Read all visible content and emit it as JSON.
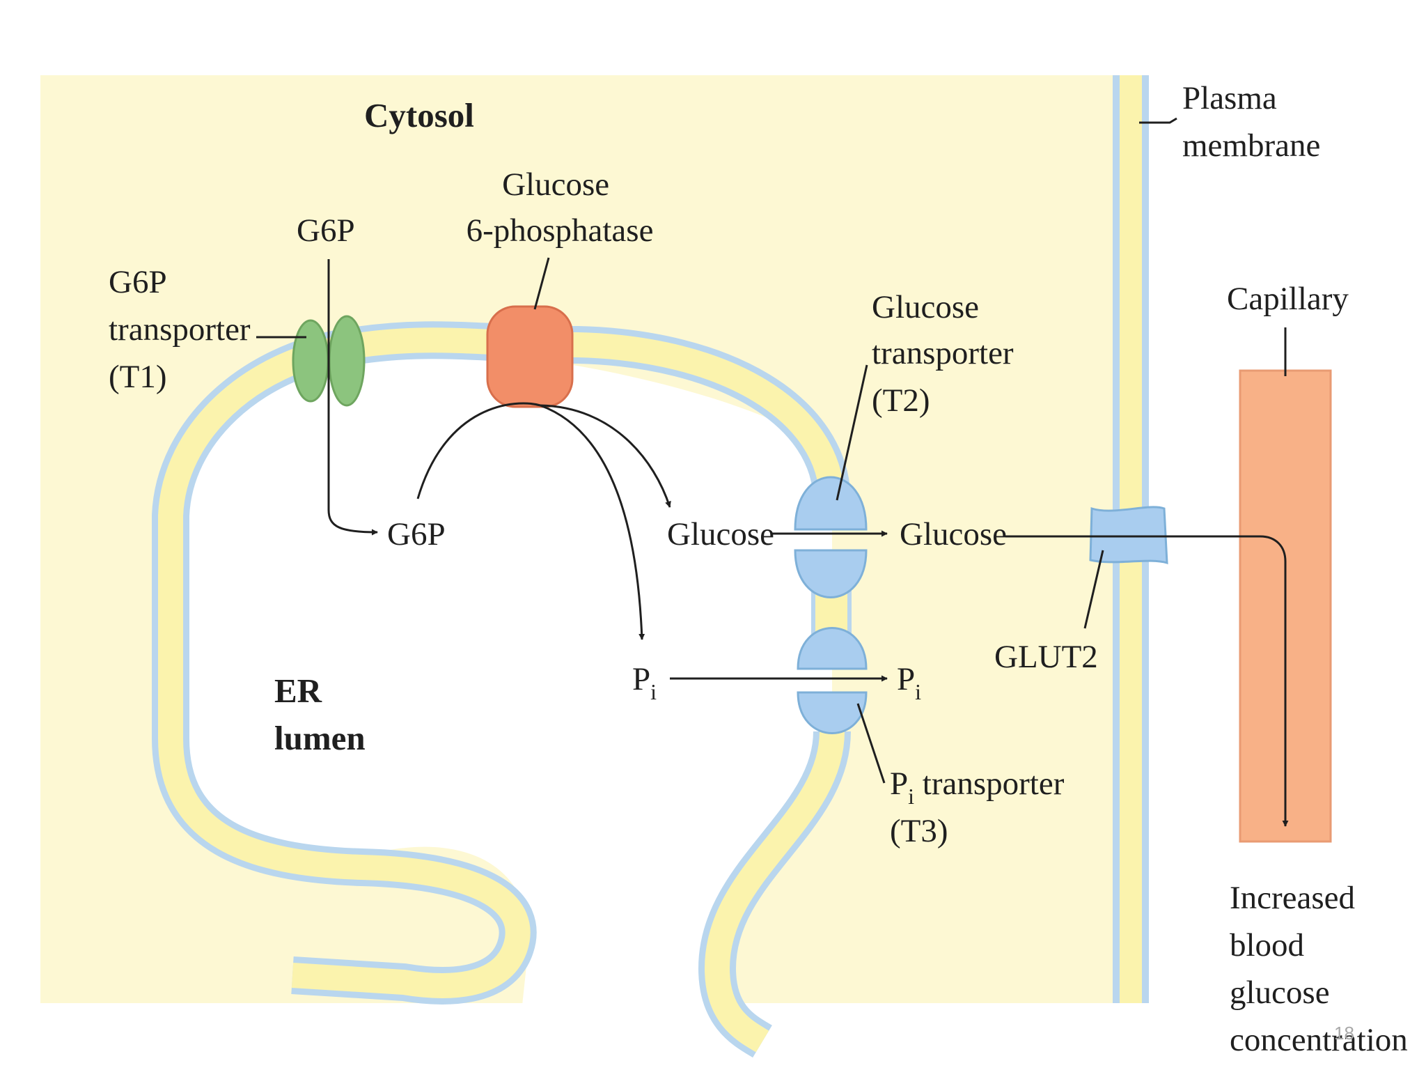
{
  "regions": {
    "cytosol": "Cytosol",
    "er_lumen": [
      "ER",
      "lumen"
    ],
    "plasma_membrane": [
      "Plasma",
      "membrane"
    ],
    "capillary": "Capillary"
  },
  "labels": {
    "g6p_top": "G6P",
    "g6p_transporter": [
      "G6P",
      "transporter",
      "(T1)"
    ],
    "glucose_6_phosphatase": [
      "Glucose",
      "6-phosphatase"
    ],
    "g6p_lumen": "G6P",
    "glucose_lumen": "Glucose",
    "glucose_cytosol": "Glucose",
    "glucose_transporter": [
      "Glucose",
      "transporter",
      "(T2)"
    ],
    "pi_lumen": {
      "base": "P",
      "sub": "i"
    },
    "pi_cytosol": {
      "base": "P",
      "sub": "i"
    },
    "pi_transporter": {
      "base": "P",
      "sub": "i",
      "rest": " transporter",
      "line2": "(T3)"
    },
    "glut2": "GLUT2",
    "outcome": [
      "Increased",
      "blood",
      "glucose",
      "concentration"
    ]
  },
  "page_number": "18",
  "colors": {
    "cytosol_bg": "#fdf8d3",
    "membrane_yellow": "#fbf3ad",
    "membrane_blue": "#b9d6ee",
    "t1_green": "#8cc47e",
    "enzyme_orange": "#f28e68",
    "transporter_blue": "#a9cdef",
    "capillary": "#f8b187"
  }
}
